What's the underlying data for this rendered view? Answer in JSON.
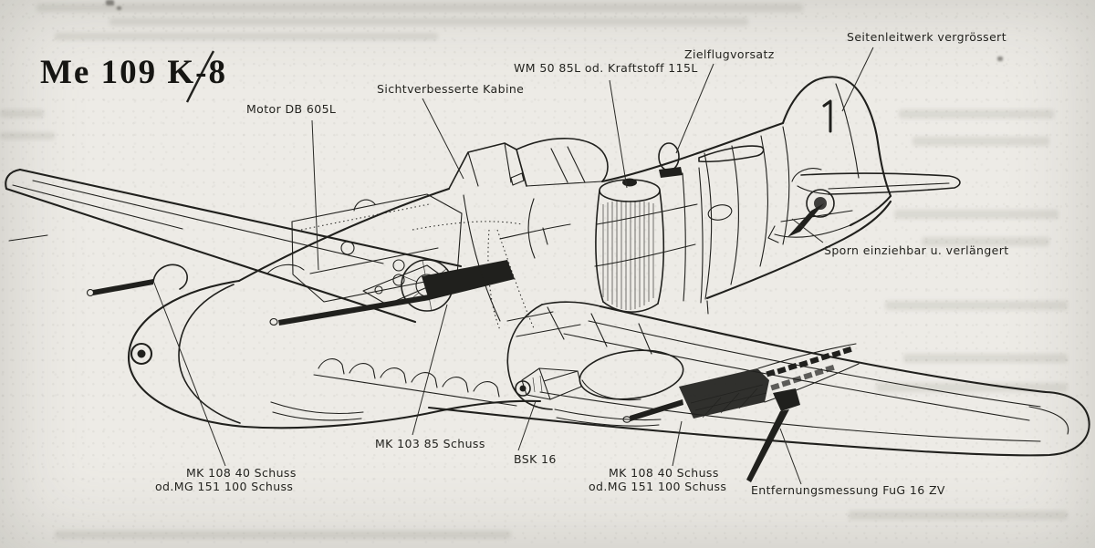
{
  "page": {
    "title": "Me 109 K-8"
  },
  "callouts": {
    "motor": "Motor DB 605L",
    "kabine": "Sichtverbesserte Kabine",
    "wm50": "WM 50 85L od. Kraftstoff 115L",
    "zielflug": "Zielflugvorsatz",
    "seitenleitwerk": "Seitenleitwerk vergrössert",
    "sporn": "Sporn einziehbar u. verlängert",
    "mk103": "MK 103 85 Schuss",
    "bsk16": "BSK 16",
    "mk108_left_line1": "MK 108 40 Schuss",
    "mk108_left_line2": "od.MG 151 100 Schuss",
    "mk108_right_line1": "MK 108 40 Schuss",
    "mk108_right_line2": "od.MG 151 100 Schuss",
    "fug16": "Entfernungsmessung FuG 16 ZV"
  },
  "colors": {
    "ink": "#20201d",
    "paper": "#edebe6"
  }
}
